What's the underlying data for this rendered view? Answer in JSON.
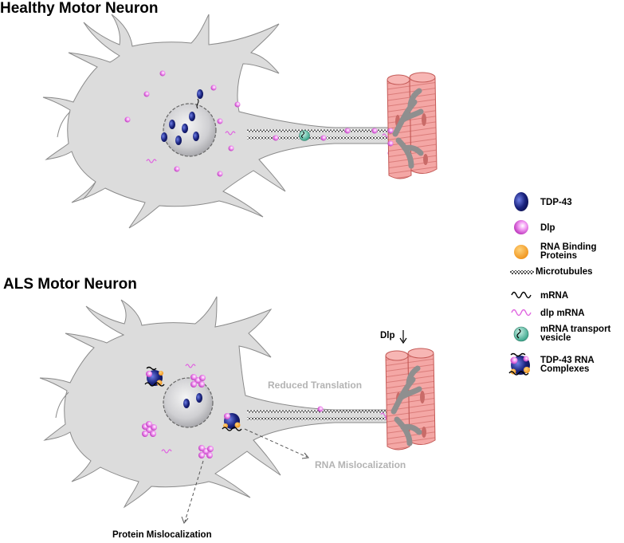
{
  "panels": {
    "healthy": {
      "title": "Healthy Motor Neuron"
    },
    "als": {
      "title": "ALS Motor Neuron",
      "dlp_arrow_label": "Dlp",
      "reduced_translation": "Reduced Translation",
      "rna_mislocalization": "RNA Mislocalization",
      "protein_mislocalization": "Protein  Mislocalization"
    }
  },
  "legend": {
    "items": [
      {
        "icon": "tdp43-icon",
        "label": "TDP-43"
      },
      {
        "icon": "dlp-icon",
        "label": "Dlp"
      },
      {
        "icon": "rbp-icon",
        "label_line1": "RNA Binding",
        "label_line2": "Proteins"
      },
      {
        "icon": "microtubule-icon",
        "label": "Microtubules"
      },
      {
        "icon": "mrna-icon",
        "label": "mRNA"
      },
      {
        "icon": "dlp-mrna-icon",
        "label": "dlp mRNA"
      },
      {
        "icon": "vesicle-icon",
        "label_line1": "mRNA transport",
        "label_line2": "vesicle"
      },
      {
        "icon": "complex-icon",
        "label_line1": "TDP-43 RNA",
        "label_line2": "Complexes"
      }
    ]
  },
  "colors": {
    "cell_fill": "#dcdcdc",
    "cell_stroke": "#8a8a8a",
    "nucleus": "#c4c4c6",
    "tdp43": "#1a237e",
    "dlp": "#e066e0",
    "rbp": "#f5a623",
    "muscle": "#f0a0a0",
    "muscle_stripe": "#d07070",
    "nmj": "#9a9a9a"
  }
}
